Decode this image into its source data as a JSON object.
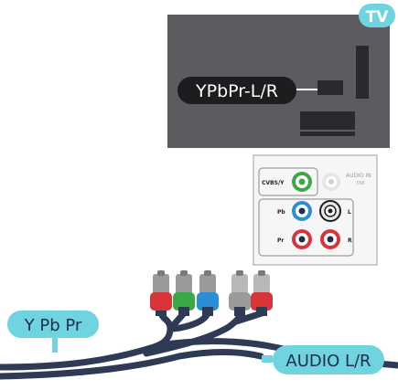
{
  "badge": {
    "text": "TV"
  },
  "tv_panel": {
    "connector_label": "YPbPr-L/R"
  },
  "jack_panel": {
    "cvbs_label": "CVBS/Y",
    "audio_in_label": "AUDIO IN",
    "dvi_label": "DVI",
    "pb_label": "Pb",
    "pr_label": "Pr",
    "l_label": "L",
    "r_label": "R"
  },
  "cables": {
    "video_label": "Y Pb Pr",
    "audio_label": "AUDIO L/R"
  },
  "colors": {
    "panel_dark": "#5b5b60",
    "cable_navy": "#2f3a55",
    "accent_teal": "#6fd3e0",
    "green": "#3aa845",
    "blue": "#2b8fd6",
    "red": "#d9343a",
    "white": "#f2f2f2",
    "grey": "#9a9a9a"
  }
}
